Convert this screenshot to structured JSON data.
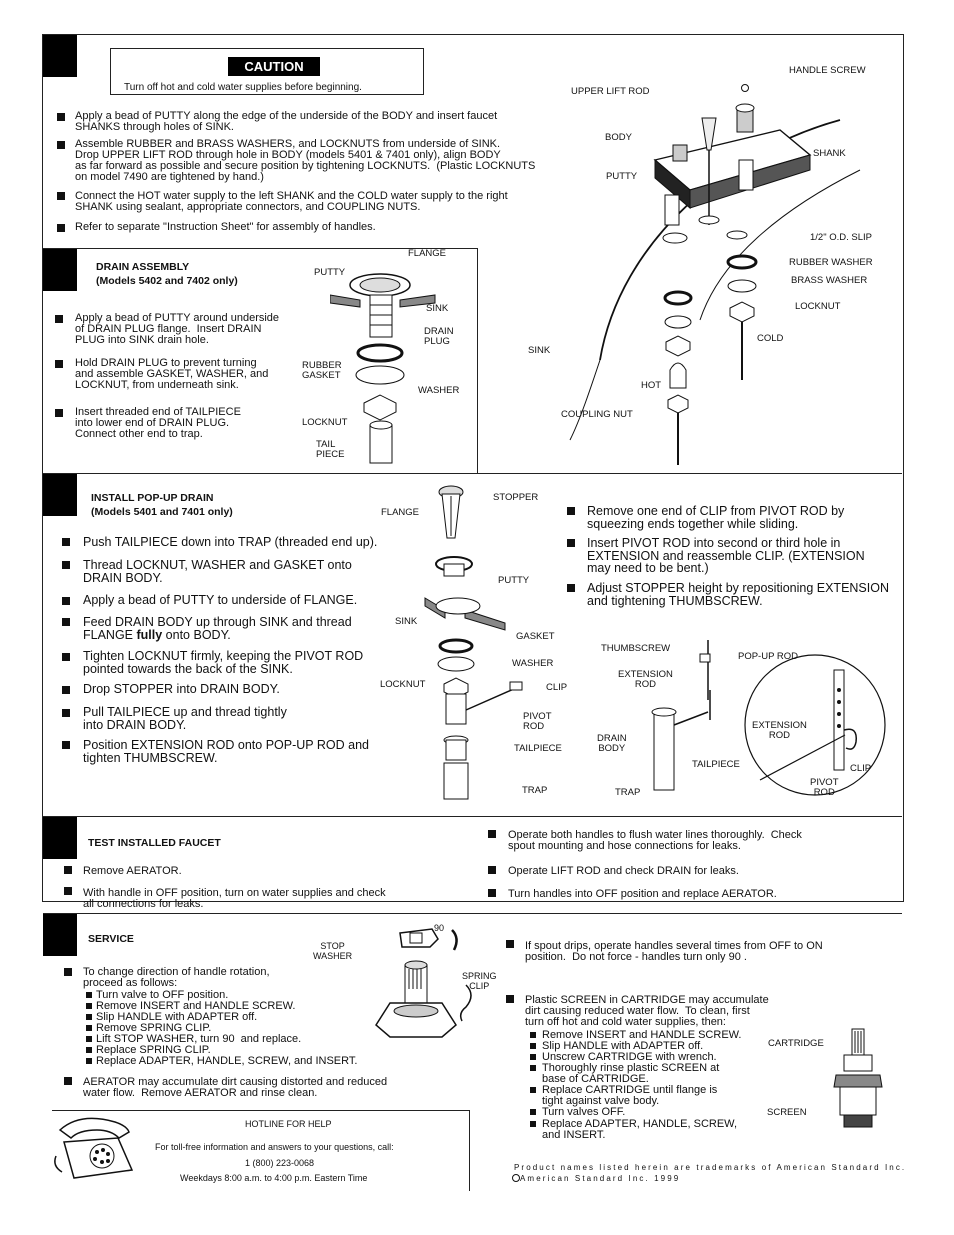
{
  "caution": {
    "title": "CAUTION",
    "text": "Turn off hot and cold water supplies before beginning."
  },
  "install": {
    "steps": [
      "Apply a bead of PUTTY along the edge of the underside of the BODY and insert faucet\nSHANKS through holes of SINK.",
      "Assemble RUBBER and BRASS WASHERS, and LOCKNUTS from underside of SINK.\nDrop UPPER LIFT ROD through hole in BODY (models 5401 & 7401 only), align BODY\nas far forward as possible and secure position by tightening LOCKNUTS.  (Plastic LOCKNUTS\non model 7490 are tightened by hand.)",
      "Connect the HOT water supply to the left SHANK and the COLD water supply to the right\nSHANK using sealant, appropriate connectors, and COUPLING NUTS.",
      "Refer to separate \"Instruction Sheet\" for assembly of handles."
    ],
    "labels": {
      "handle_screw": "HANDLE SCREW",
      "upper_lift_rod": "UPPER LIFT ROD",
      "body": "BODY",
      "shank": "SHANK",
      "putty": "PUTTY",
      "slip": "1/2\" O.D. SLIP",
      "rubber_washer": "RUBBER WASHER",
      "brass_washer": "BRASS WASHER",
      "locknut": "LOCKNUT",
      "cold": "COLD",
      "sink": "SINK",
      "hot": "HOT",
      "coupling_nut": "COUPLING NUT"
    }
  },
  "drain": {
    "title1": "DRAIN ASSEMBLY",
    "title2": "(Models 5402 and 7402 only)",
    "steps": [
      "Apply a bead of PUTTY around underside\nof DRAIN PLUG flange.  Insert DRAIN\nPLUG into SINK drain hole.",
      "Hold DRAIN PLUG to prevent turning\nand assemble GASKET, WASHER, and\nLOCKNUT, from underneath sink.",
      "Insert threaded end of TAILPIECE\ninto lower end of DRAIN PLUG.\nConnect other end to trap."
    ],
    "labels": {
      "flange": "FLANGE",
      "putty": "PUTTY",
      "sink": "SINK",
      "drain_plug": "DRAIN\nPLUG",
      "rubber_gasket": "RUBBER\nGASKET",
      "washer": "WASHER",
      "locknut": "LOCKNUT",
      "tail_piece": "TAIL\nPIECE"
    }
  },
  "popup": {
    "title1": "INSTALL POP-UP DRAIN",
    "title2": "(Models 5401 and 7401 only)",
    "steps_left": [
      "Push TAILPIECE down into TRAP (threaded end up).",
      "Thread LOCKNUT, WASHER and GASKET onto\nDRAIN BODY.",
      "Apply a bead of PUTTY to underside of FLANGE.",
      "Feed DRAIN BODY up through SINK and thread\nFLANGE ",
      "Tighten LOCKNUT firmly, keeping the PIVOT ROD\npointed towards the back of the SINK.",
      "Drop STOPPER into DRAIN BODY.",
      "Pull TAILPIECE up and thread tightly\ninto DRAIN BODY.",
      "Position EXTENSION ROD onto POP-UP ROD and\ntighten THUMBSCREW."
    ],
    "step4_bold": "fully",
    "step4_tail": " onto BODY.",
    "steps_right": [
      "Remove one end of CLIP from PIVOT ROD by\nsqueezing ends together while sliding.",
      "Insert PIVOT ROD into second or third hole in\nEXTENSION and reassemble CLIP. (EXTENSION\nmay need to be bent.)",
      "Adjust STOPPER height by repositioning EXTENSION\nand tightening THUMBSCREW."
    ],
    "labels": {
      "stopper": "STOPPER",
      "flange": "FLANGE",
      "putty": "PUTTY",
      "sink": "SINK",
      "gasket": "GASKET",
      "washer": "WASHER",
      "locknut": "LOCKNUT",
      "clip": "CLIP",
      "pivot_rod": "PIVOT\nROD",
      "tailpiece": "TAILPIECE",
      "trap": "TRAP",
      "thumbscrew": "THUMBSCREW",
      "popup_rod": "POP-UP ROD",
      "extension_rod": "EXTENSION\nROD",
      "drain_body": "DRAIN\nBODY",
      "tailpiece2": "TAILPIECE",
      "trap2": "TRAP",
      "extension_rod2": "EXTENSION\nROD",
      "clip2": "CLIP",
      "pivot_rod2": "PIVOT\nROD"
    }
  },
  "test": {
    "title": "TEST INSTALLED FAUCET",
    "left": [
      "Remove AERATOR.",
      "With handle in OFF position, turn on water supplies and check\nall connections for leaks."
    ],
    "right": [
      "Operate both handles to flush water lines thoroughly.  Check\nspout mounting and hose connections for leaks.",
      "Operate LIFT ROD and check DRAIN for leaks.",
      "Turn handles into OFF position and replace AERATOR."
    ]
  },
  "service": {
    "title": "SERVICE",
    "rotation_intro": "To change direction of handle rotation,\nproceed as follows:",
    "rotation_steps": [
      "Turn valve to OFF position.",
      "Remove INSERT and HANDLE SCREW.",
      "Slip HANDLE with ADAPTER off.",
      "Remove SPRING CLIP.",
      "Lift STOP WASHER, turn 90  and replace.",
      "Replace SPRING CLIP.",
      "Replace ADAPTER, HANDLE, SCREW, and INSERT."
    ],
    "aerator": "AERATOR may accumulate dirt causing distorted and reduced\nwater flow.  Remove AERATOR and rinse clean.",
    "labels": {
      "stop_washer": "STOP\nWASHER",
      "ninety": "90",
      "spring_clip": "SPRING\nCLIP",
      "cartridge": "CARTRIDGE",
      "screen": "SCREEN"
    },
    "drips": "If spout drips, operate handles several times from OFF to ON\nposition.  Do not force - handles turn only 90 .",
    "screen_intro": "Plastic SCREEN in CARTRIDGE may accumulate\ndirt causing reduced water flow.  To clean, first\nturn off hot and cold water supplies, then:",
    "screen_steps": [
      "Remove INSERT and HANDLE SCREW.",
      "Slip HANDLE with ADAPTER off.",
      "Unscrew CARTRIDGE with wrench.",
      "Thoroughly rinse plastic SCREEN at\nbase of CARTRIDGE.",
      "Replace CARTRIDGE until flange is\ntight against valve body.",
      "Turn valves OFF.",
      "Replace ADAPTER, HANDLE, SCREW,\nand INSERT."
    ]
  },
  "hotline": {
    "title": "HOTLINE FOR HELP",
    "line1": "For toll-free information and answers to your questions, call:",
    "phone": "1 (800) 223-0068",
    "hours": "Weekdays 8:00 a.m. to 4:00 p.m. Eastern Time"
  },
  "footer": {
    "trademark": "Product names listed herein are trademarks of American Standard Inc.",
    "copyright": "American Standard Inc. 1999"
  }
}
